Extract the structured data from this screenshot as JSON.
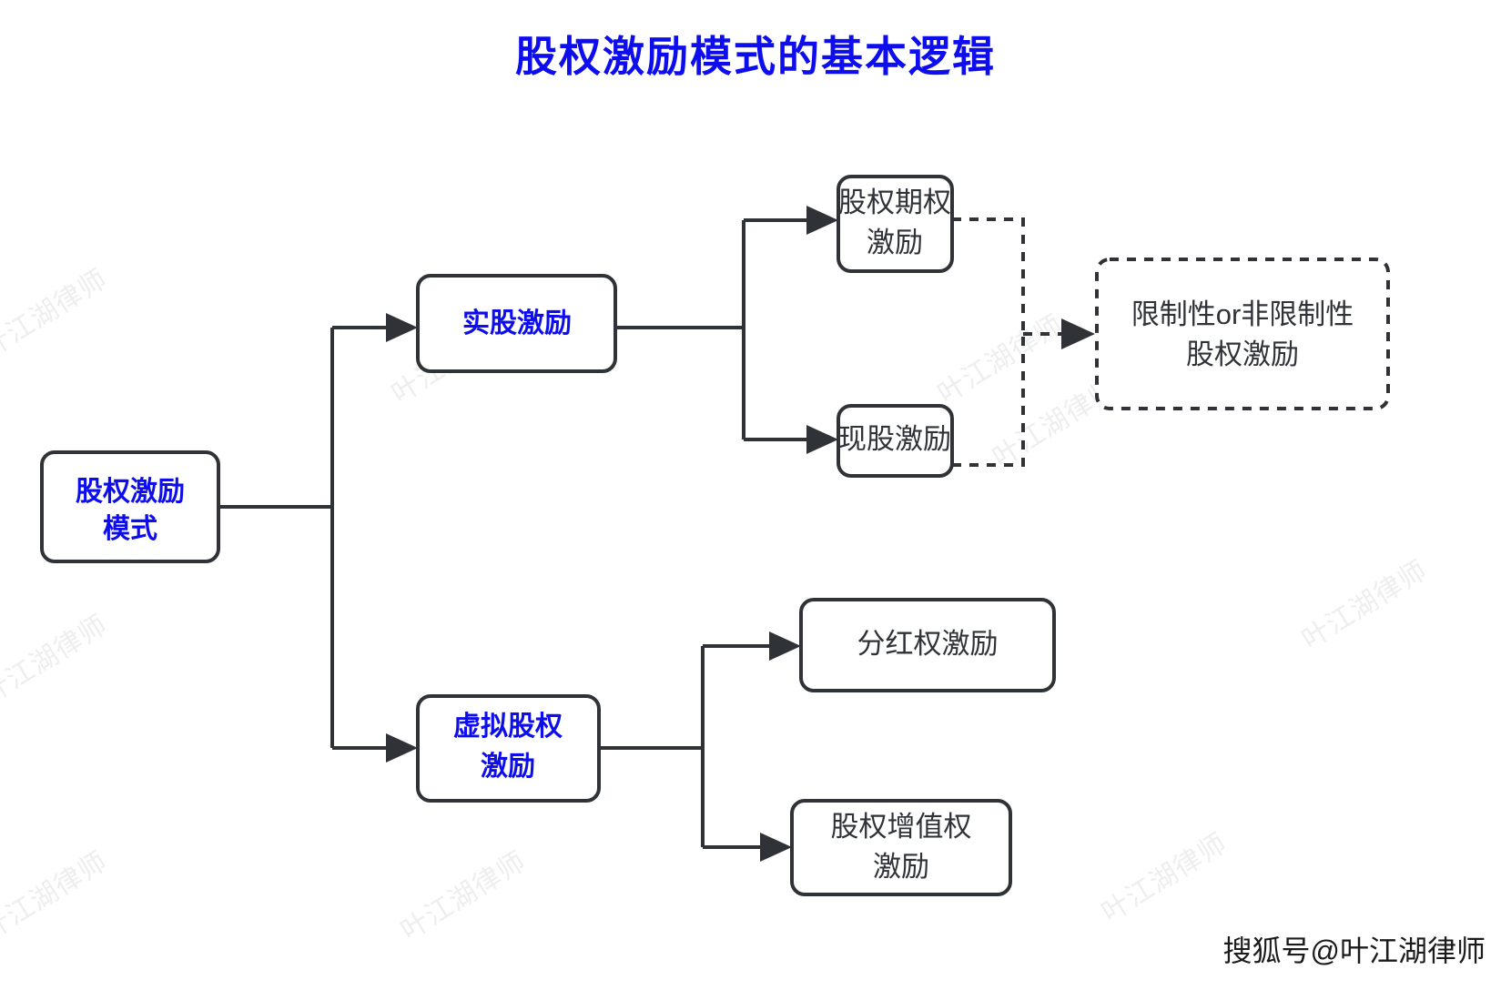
{
  "title": "股权激励模式的基本逻辑",
  "attribution": "搜狐号@叶江湖律师",
  "watermark": "叶江湖律师",
  "colors": {
    "accent_blue": "#0d0ded",
    "stroke_dark": "#2f3338",
    "background": "#ffffff",
    "watermark_gray": "#eeeeee"
  },
  "chart_data": {
    "type": "diagram",
    "title": "股权激励模式的基本逻辑",
    "layout": "left-to-right tree",
    "nodes": [
      {
        "id": "root",
        "label": "股权激励模式",
        "lines": [
          "股权激励",
          "模式"
        ],
        "style": "solid-rounded",
        "text_color": "blue",
        "level": 0
      },
      {
        "id": "real",
        "label": "实股激励",
        "lines": [
          "实股激励"
        ],
        "style": "solid-rounded",
        "text_color": "blue",
        "level": 1
      },
      {
        "id": "virtual",
        "label": "虚拟股权激励",
        "lines": [
          "虚拟股权",
          "激励"
        ],
        "style": "solid-rounded",
        "text_color": "blue",
        "level": 1
      },
      {
        "id": "option",
        "label": "股权期权激励",
        "lines": [
          "股权期权",
          "激励"
        ],
        "style": "solid-rounded",
        "text_color": "black",
        "level": 2
      },
      {
        "id": "spot",
        "label": "现股激励",
        "lines": [
          "现股激励"
        ],
        "style": "solid-rounded",
        "text_color": "black",
        "level": 2
      },
      {
        "id": "dividend",
        "label": "分红权激励",
        "lines": [
          "分红权激励"
        ],
        "style": "solid-rounded",
        "text_color": "black",
        "level": 2
      },
      {
        "id": "apprec",
        "label": "股权增值权激励",
        "lines": [
          "股权增值权",
          "激励"
        ],
        "style": "solid-rounded",
        "text_color": "black",
        "level": 2
      },
      {
        "id": "restrict",
        "label": "限制性or非限制性股权激励",
        "lines": [
          "限制性or非限制性",
          "股权激励"
        ],
        "style": "dashed-rounded",
        "text_color": "black",
        "level": 3
      }
    ],
    "edges": [
      {
        "from": "root",
        "to": "real",
        "style": "solid",
        "arrow": true
      },
      {
        "from": "root",
        "to": "virtual",
        "style": "solid",
        "arrow": true
      },
      {
        "from": "real",
        "to": "option",
        "style": "solid",
        "arrow": true
      },
      {
        "from": "real",
        "to": "spot",
        "style": "solid",
        "arrow": true
      },
      {
        "from": "virtual",
        "to": "dividend",
        "style": "solid",
        "arrow": true
      },
      {
        "from": "virtual",
        "to": "apprec",
        "style": "solid",
        "arrow": true
      },
      {
        "from": "option",
        "to": "restrict",
        "style": "dashed",
        "arrow": true
      },
      {
        "from": "spot",
        "to": "restrict",
        "style": "dashed",
        "arrow": true
      }
    ]
  },
  "labels": {
    "root_l1": "股权激励",
    "root_l2": "模式",
    "real_l1": "实股激励",
    "virtual_l1": "虚拟股权",
    "virtual_l2": "激励",
    "option_l1": "股权期权",
    "option_l2": "激励",
    "spot_l1": "现股激励",
    "dividend_l1": "分红权激励",
    "apprec_l1": "股权增值权",
    "apprec_l2": "激励",
    "restrict_l1": "限制性or非限制性",
    "restrict_l2": "股权激励"
  }
}
